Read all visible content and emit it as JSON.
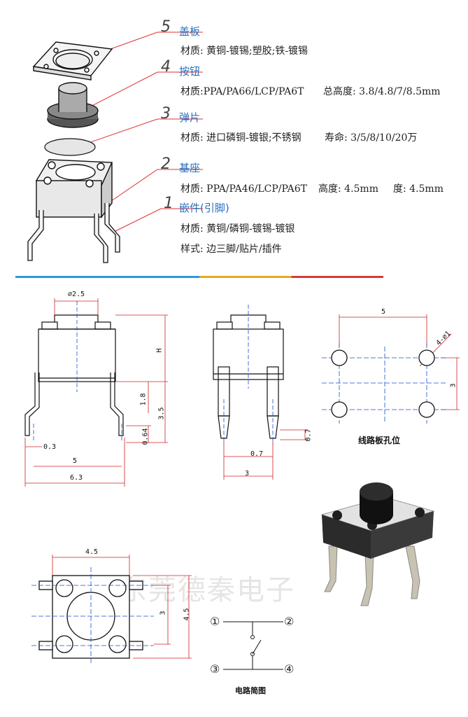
{
  "parts": [
    {
      "num": "5",
      "name": "盖板",
      "specs": [
        "材质: 黄铜-镀锡;塑胶;铁-镀锡"
      ]
    },
    {
      "num": "4",
      "name": "按钮",
      "specs": [
        "材质:PPA/PA66/LCP/PA6T",
        "总高度: 3.8/4.8/7/8.5mm"
      ]
    },
    {
      "num": "3",
      "name": "弹片",
      "specs": [
        "材质: 进口磷铜-镀银;不锈钢",
        "寿命: 3/5/8/10/20万"
      ]
    },
    {
      "num": "2",
      "name": "基座",
      "specs": [
        "材质: PPA/PA46/LCP/PA6T",
        "高度: 4.5mm",
        "度: 4.5mm"
      ]
    },
    {
      "num": "1",
      "name": "嵌件(引脚)",
      "specs": [
        "材质: 黄铜/磷铜-镀锡-镀银",
        "样式: 边三脚/贴片/插件"
      ]
    }
  ],
  "dimensions": {
    "front": {
      "top_dia": "⌀2.5",
      "h": "H",
      "d18": "1.8",
      "d35": "3.5",
      "d064": "0.64",
      "d03": "0.3",
      "d5": "5",
      "d63": "6.3"
    },
    "side": {
      "d07a": "0.7",
      "d07b": "0.7",
      "d3": "3"
    },
    "pcb": {
      "d5": "5",
      "d3": "3",
      "holes": "4-⌀1",
      "caption": "线路板孔位"
    },
    "top": {
      "d45a": "4.5",
      "d45b": "4.5",
      "d3": "3"
    },
    "circuit": {
      "pins": [
        "①",
        "②",
        "③",
        "④"
      ],
      "caption": "电路简图"
    }
  },
  "watermark": "东莞德秦电子",
  "colors": {
    "accent": "#2a6fc0",
    "leader": "#e03030",
    "centerline": "#1a4fd0"
  }
}
